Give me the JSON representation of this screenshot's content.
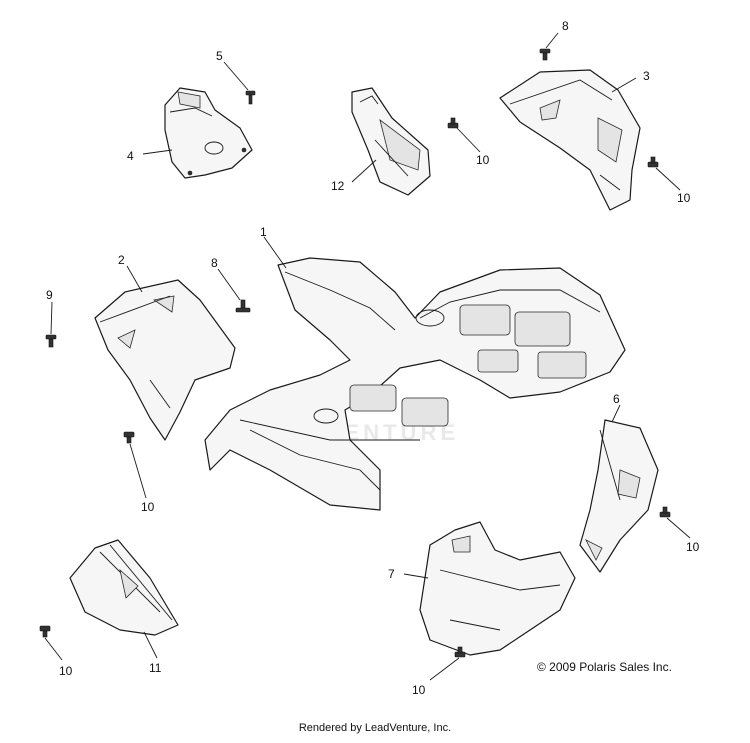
{
  "diagram": {
    "callouts": [
      "1",
      "2",
      "3",
      "4",
      "5",
      "6",
      "7",
      "8",
      "8",
      "9",
      "10",
      "10",
      "10",
      "10",
      "10",
      "10",
      "11",
      "12"
    ],
    "watermark": "LEADVENTURE",
    "copyright": "© 2009 Polaris Sales Inc.",
    "footer": "Rendered by LeadVenture, Inc."
  }
}
